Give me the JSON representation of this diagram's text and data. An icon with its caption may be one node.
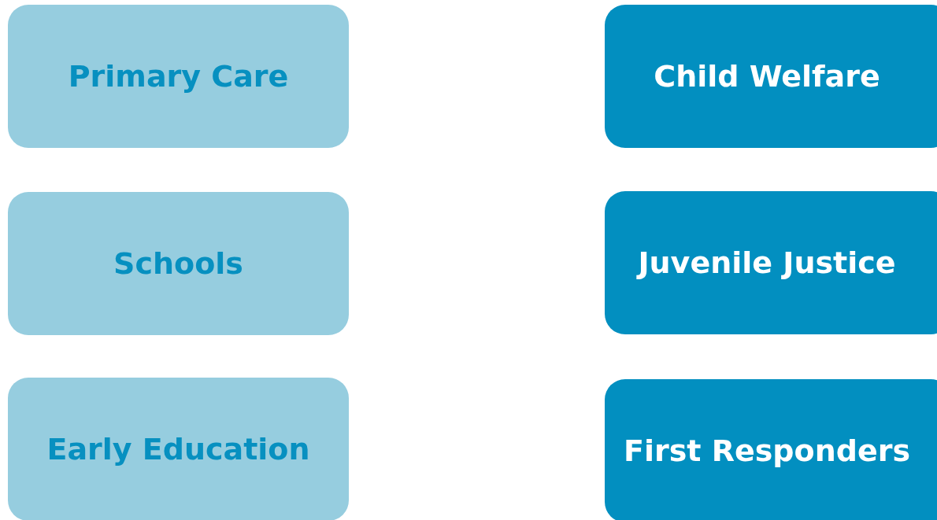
{
  "diagram": {
    "nodes": [
      {
        "text": [
          "Primary Care"
        ]
      },
      {
        "text": [
          "Child Welfare"
        ]
      },
      {
        "text": [
          "Schools"
        ]
      },
      {
        "text": [
          "Juvenile Justice"
        ]
      },
      {
        "text": [
          "Early Education"
        ]
      },
      {
        "text": [
          "First Responders"
        ]
      }
    ]
  }
}
